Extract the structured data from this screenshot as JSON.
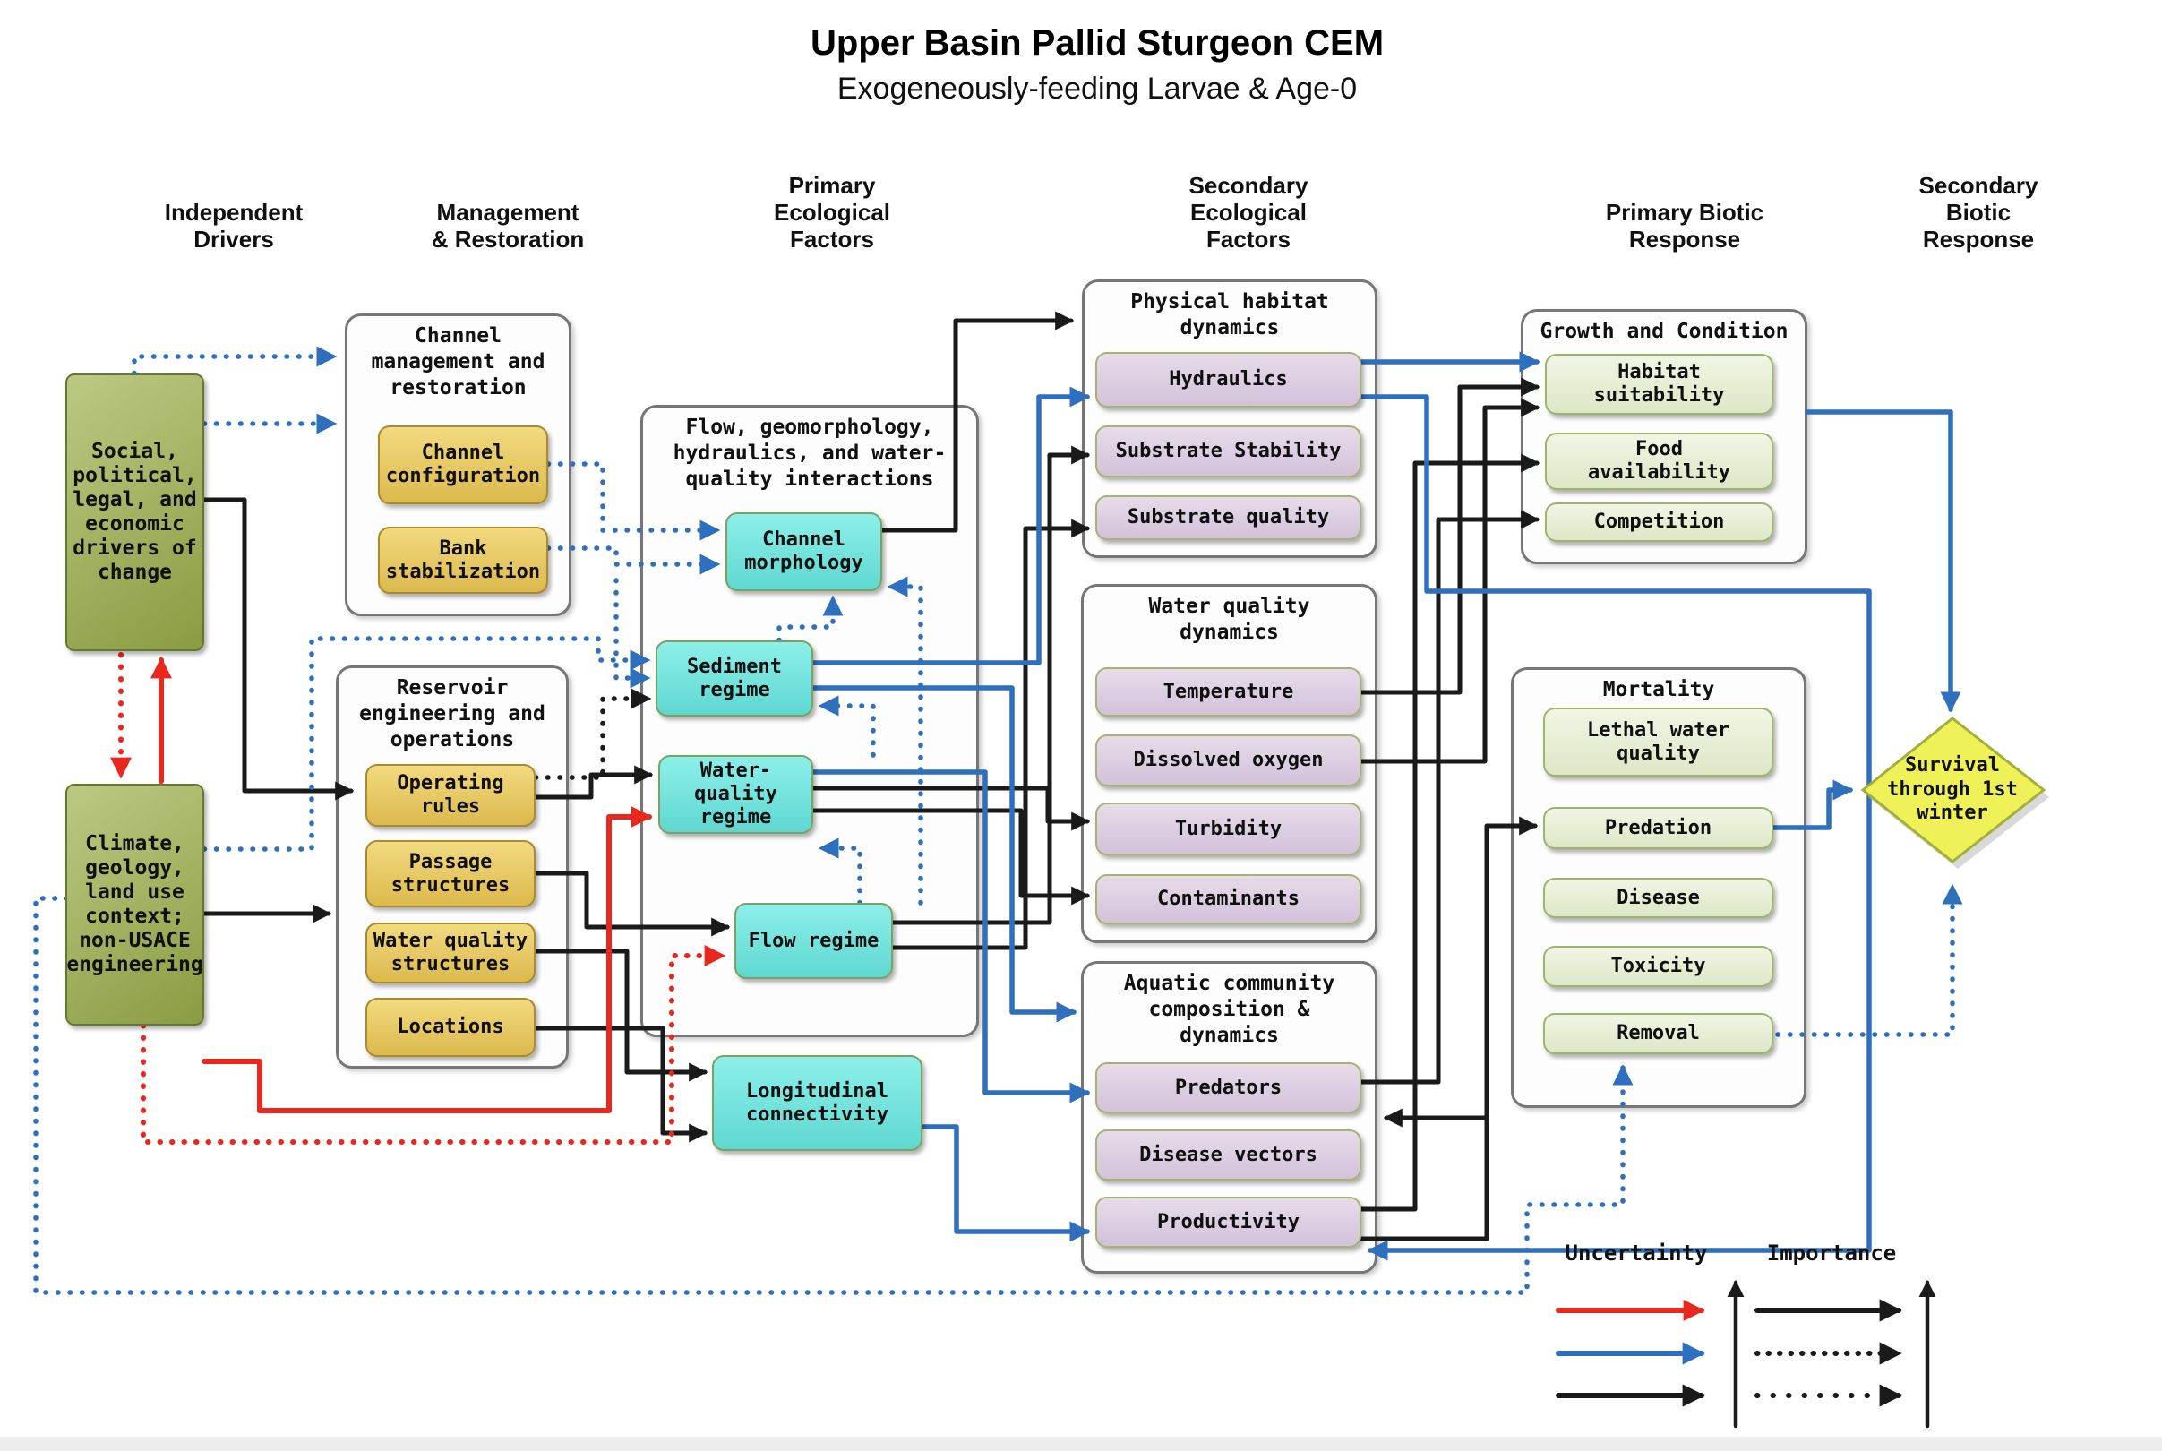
{
  "title": "Upper Basin Pallid Sturgeon CEM",
  "subtitle": "Exogeneously-feeding Larvae & Age-0",
  "column_headers": [
    {
      "label": "Independent\nDrivers"
    },
    {
      "label": "Management\n& Restoration"
    },
    {
      "label": "Primary\nEcological\nFactors"
    },
    {
      "label": "Secondary\nEcological\nFactors"
    },
    {
      "label": "Primary Biotic\nResponse"
    },
    {
      "label": "Secondary\nBiotic\nResponse"
    }
  ],
  "independent_drivers": {
    "social": "Social,\npolitical,\nlegal, and\neconomic\ndrivers of\nchange",
    "climate": "Climate,\ngeology,\nland use\ncontext;\nnon-USACE\nengineering"
  },
  "management": {
    "channel_group": {
      "title": "Channel\nmanagement and\nrestoration",
      "items": [
        "Channel\nconfiguration",
        "Bank\nstabilization"
      ]
    },
    "reservoir_group": {
      "title": "Reservoir\nengineering and\noperations",
      "items": [
        "Operating\nrules",
        "Passage\nstructures",
        "Water quality\nstructures",
        "Locations"
      ]
    }
  },
  "primary_ecological": {
    "group_title": "Flow, geomorphology,\nhydraulics, and water-\nquality interactions",
    "items": [
      "Channel\nmorphology",
      "Sediment\nregime",
      "Water-\nquality\nregime",
      "Flow regime"
    ],
    "standalone": "Longitudinal\nconnectivity"
  },
  "secondary_ecological": {
    "physical_habitat": {
      "title": "Physical habitat\ndynamics",
      "items": [
        "Hydraulics",
        "Substrate Stability",
        "Substrate quality"
      ]
    },
    "water_quality": {
      "title": "Water quality\ndynamics",
      "items": [
        "Temperature",
        "Dissolved oxygen",
        "Turbidity",
        "Contaminants"
      ]
    },
    "aquatic_community": {
      "title": "Aquatic community\ncomposition &\ndynamics",
      "items": [
        "Predators",
        "Disease vectors",
        "Productivity"
      ]
    }
  },
  "primary_biotic": {
    "growth": {
      "title": "Growth and Condition",
      "items": [
        "Habitat\nsuitability",
        "Food\navailability",
        "Competition"
      ]
    },
    "mortality": {
      "title": "Mortality",
      "items": [
        "Lethal water\nquality",
        "Predation",
        "Disease",
        "Toxicity",
        "Removal"
      ]
    }
  },
  "secondary_biotic": {
    "outcome": "Survival\nthrough 1st\nwinter"
  },
  "legend": {
    "uncertainty_label": "Uncertainty",
    "importance_label": "Importance"
  },
  "colors": {
    "uncertainty_high": "#e8281e",
    "uncertainty_medium": "#2e6fbe",
    "uncertainty_low": "#1a1a1a",
    "driver_fill": "#8a9c42",
    "management_fill": "#e5c463",
    "primary_eco_fill": "#6fe0da",
    "secondary_eco_fill": "#d8c9e0",
    "biotic_fill": "#e6eed6",
    "outcome_fill": "#eff159"
  }
}
